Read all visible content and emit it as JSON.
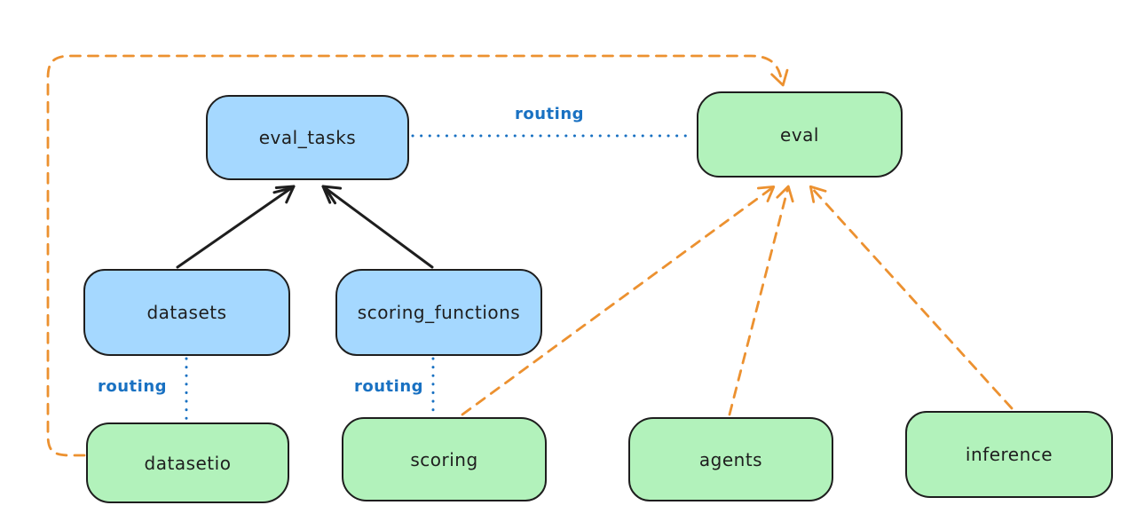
{
  "diagram": {
    "colors": {
      "background": "#ffffff",
      "api_fill": "#a5d8ff",
      "provider_fill": "#b2f2bb",
      "stroke_dark": "#1e1e1e",
      "routing_blue": "#1971c2",
      "provider_orange": "#ec9130"
    },
    "nodes": {
      "eval_tasks": {
        "label": "eval_tasks",
        "kind": "api"
      },
      "eval": {
        "label": "eval",
        "kind": "provider"
      },
      "datasets": {
        "label": "datasets",
        "kind": "api"
      },
      "scoring_functions": {
        "label": "scoring_functions",
        "kind": "api"
      },
      "datasetio": {
        "label": "datasetio",
        "kind": "provider"
      },
      "scoring": {
        "label": "scoring",
        "kind": "provider"
      },
      "agents": {
        "label": "agents",
        "kind": "provider"
      },
      "inference": {
        "label": "inference",
        "kind": "provider"
      }
    },
    "edges": [
      {
        "from": "datasets",
        "to": "eval_tasks",
        "style": "solid-arrow",
        "color": "black",
        "label": ""
      },
      {
        "from": "scoring_functions",
        "to": "eval_tasks",
        "style": "solid-arrow",
        "color": "black",
        "label": ""
      },
      {
        "from": "eval_tasks",
        "to": "eval",
        "style": "dotted",
        "color": "blue",
        "label": "routing"
      },
      {
        "from": "datasets",
        "to": "datasetio",
        "style": "dotted",
        "color": "blue",
        "label": "routing"
      },
      {
        "from": "scoring_functions",
        "to": "scoring",
        "style": "dotted",
        "color": "blue",
        "label": "routing"
      },
      {
        "from": "datasetio",
        "to": "eval",
        "style": "dashed-arrow",
        "color": "orange",
        "label": ""
      },
      {
        "from": "scoring",
        "to": "eval",
        "style": "dashed-arrow",
        "color": "orange",
        "label": ""
      },
      {
        "from": "agents",
        "to": "eval",
        "style": "dashed-arrow",
        "color": "orange",
        "label": ""
      },
      {
        "from": "inference",
        "to": "eval",
        "style": "dashed-arrow",
        "color": "orange",
        "label": ""
      }
    ]
  }
}
